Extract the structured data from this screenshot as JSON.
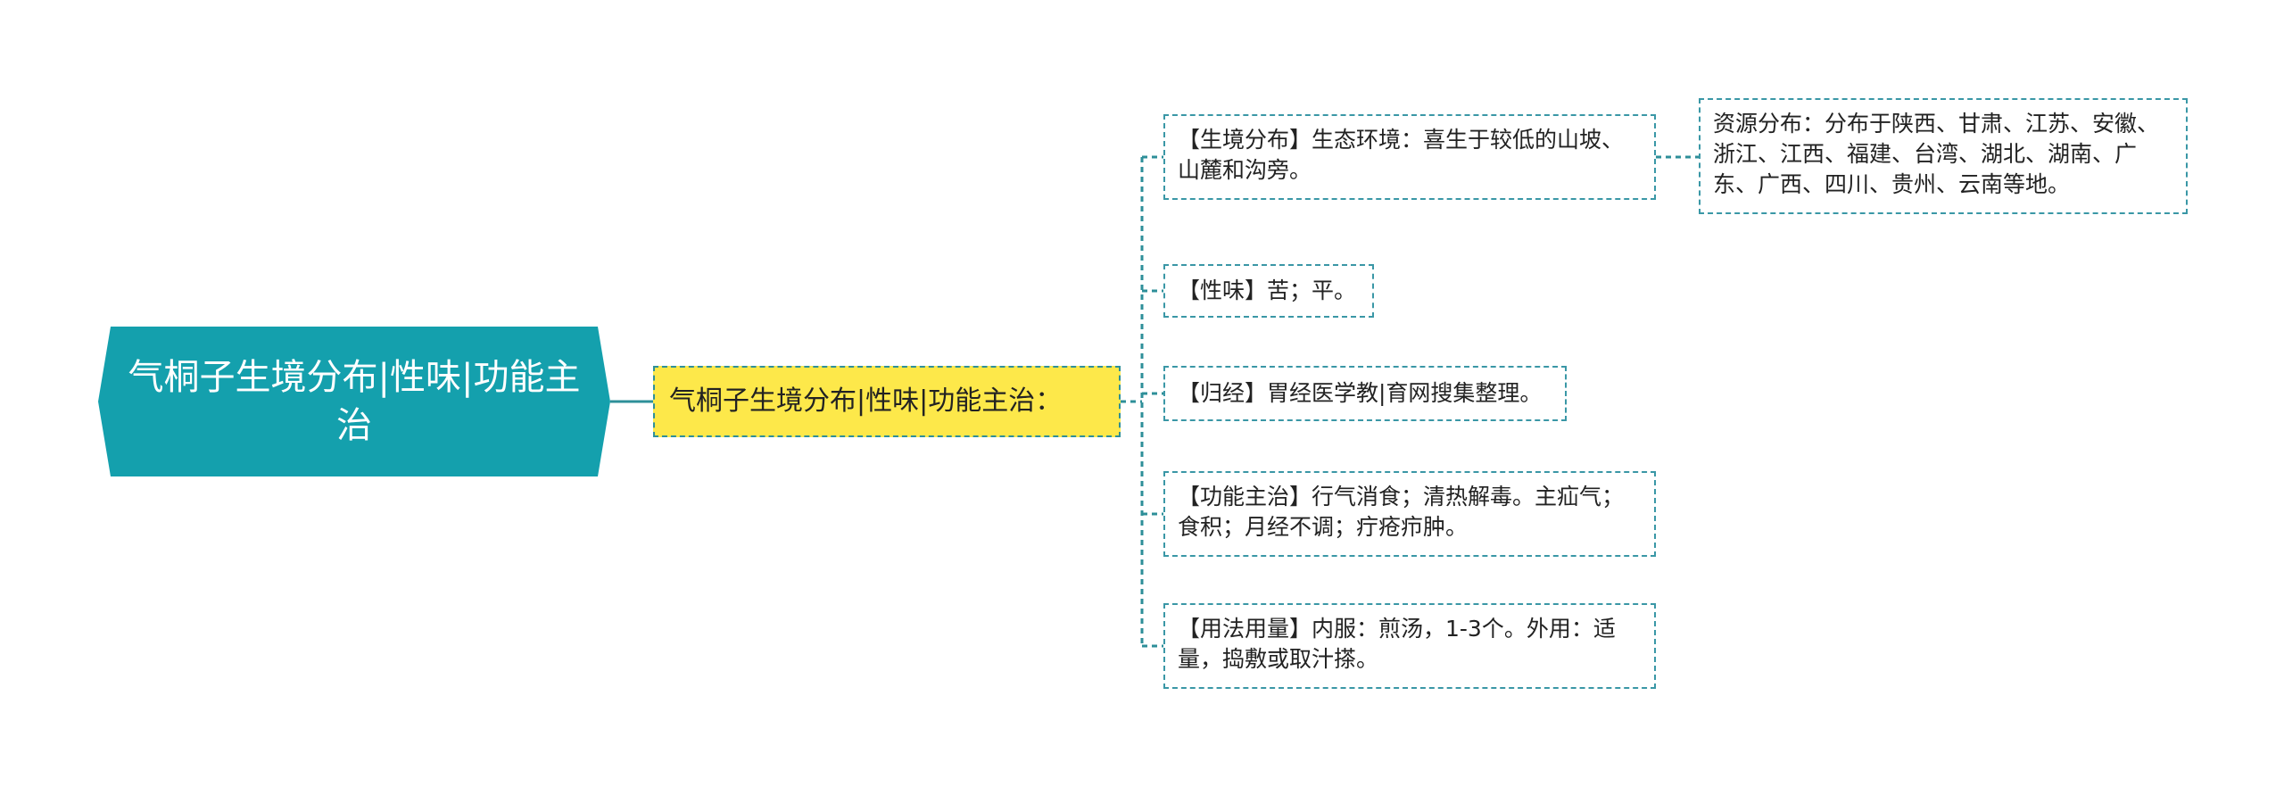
{
  "root": {
    "label": "气桐子生境分布|性味|功能主治"
  },
  "center": {
    "label": "气桐子生境分布|性味|功能主治："
  },
  "leaves": {
    "habitat": "【生境分布】生态环境：喜生于较低的山坡、山麓和沟旁。",
    "flavor": "【性味】苦；平。",
    "meridian": "【归经】胃经医学教|育网搜集整理。",
    "function": "【功能主治】行气消食；清热解毒。主疝气；食积；月经不调；疔疮疖肿。",
    "usage": "【用法用量】内服：煎汤，1-3个。外用：适量，捣敷或取汁搽。",
    "resource": "资源分布：分布于陕西、甘肃、江苏、安徽、浙江、江西、福建、台湾、湖北、湖南、广东、广西、四川、贵州、云南等地。"
  },
  "colors": {
    "root_fill": "#14a0ad",
    "center_fill": "#fde84a",
    "connector": "#2e8f99",
    "border": "#3a97a6"
  }
}
